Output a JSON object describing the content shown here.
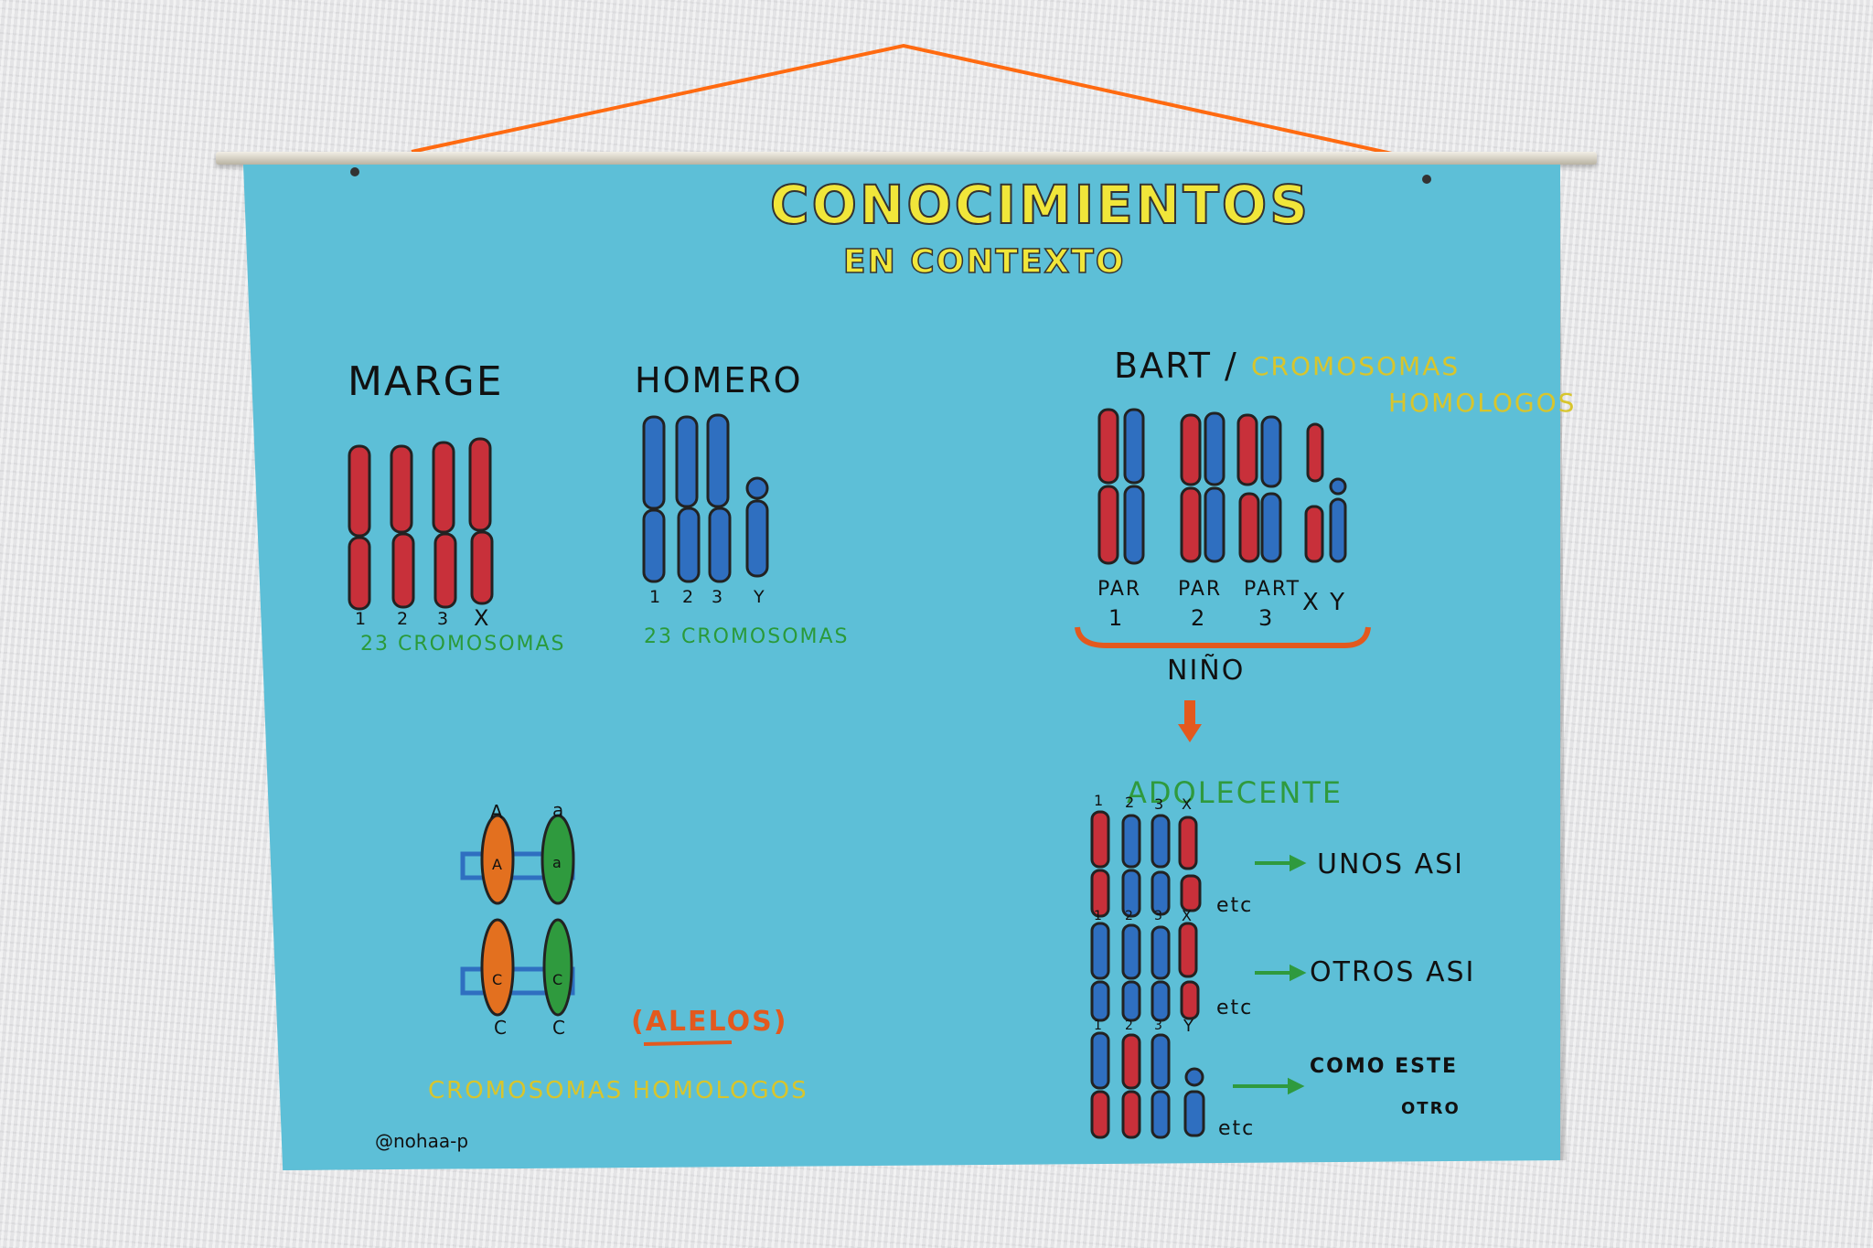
{
  "poster": {
    "title": "CONOCIMIENTOS",
    "subtitle": "EN CONTEXTO",
    "colors": {
      "paper": "#5dbfd7",
      "red": "#c8303a",
      "blue": "#2f6fc0",
      "orange": "#e3591e",
      "green": "#2f9a3e",
      "yellow": "#f1e63a"
    }
  },
  "marge": {
    "name": "MARGE",
    "labels": [
      "1",
      "2",
      "3",
      "X"
    ],
    "count": "23 CROMOSOMAS"
  },
  "homero": {
    "name": "HOMERO",
    "labels": [
      "1",
      "2",
      "3",
      "Y"
    ],
    "count": "23 CROMOSOMAS"
  },
  "bart": {
    "name": "BART /",
    "note_line1": "CROMOSOMAS",
    "note_line2": "HOMOLOGOS",
    "pair_word_1": "PAR",
    "pair_num_1": "1",
    "pair_word_2": "PAR",
    "pair_num_2": "2",
    "pair_word_3": "PART",
    "pair_num_3": "3",
    "xy": "X Y",
    "stage": "NIÑO"
  },
  "adolescente": {
    "title": "ADOLECENTE",
    "row1_nums": [
      "1",
      "2",
      "3",
      "X"
    ],
    "row2_nums": [
      "1",
      "2",
      "3",
      "X"
    ],
    "row3_nums": [
      "1",
      "2",
      "3",
      "Y"
    ],
    "etc": "etc",
    "caption1": "UNOS ASI",
    "caption2": "OTROS ASI",
    "caption3_line1": "COMO ESTE",
    "caption3_line2": "OTRO"
  },
  "homologos": {
    "allele_top_left": "A",
    "allele_top_right": "a",
    "allele_bottom_left": "C",
    "allele_bottom_right": "C",
    "inner_a_left": "A",
    "inner_a_right": "a",
    "inner_c_left": "C",
    "inner_c_right": "C",
    "alelos": "(ALELOS)",
    "caption": "CROMOSOMAS HOMOLOGOS"
  },
  "signature": "@nohaa-p"
}
